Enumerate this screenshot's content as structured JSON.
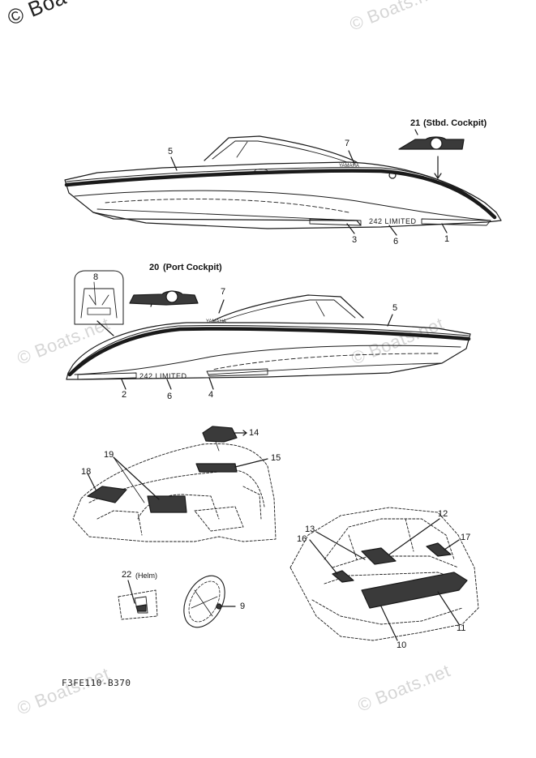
{
  "watermark": {
    "text": "© Boats.net",
    "corner_text": "© Boa"
  },
  "callouts": {
    "c1": "1",
    "c2": "2",
    "c3": "3",
    "c4": "4",
    "c5a": "5",
    "c5b": "5",
    "c6a": "6",
    "c6b": "6",
    "c7a": "7",
    "c7b": "7",
    "c8": "8",
    "c9": "9",
    "c10": "10",
    "c11": "11",
    "c12": "12",
    "c13": "13",
    "c14": "14",
    "c15": "15",
    "c16": "16",
    "c17": "17",
    "c18": "18",
    "c19": "19",
    "c20": "20",
    "c21": "21",
    "c22": "22"
  },
  "notes": {
    "stbd_cockpit": "(Stbd. Cockpit)",
    "port_cockpit": "(Port Cockpit)",
    "helm": "(Helm)"
  },
  "hull_text": {
    "model": "242 LIMITED",
    "brand": "YAMAHA"
  },
  "figure_code": "F3FE110-B370",
  "colors": {
    "line": "#1a1a1a",
    "decal": "#3a3a3a",
    "watermark": "#d6d6d6"
  }
}
